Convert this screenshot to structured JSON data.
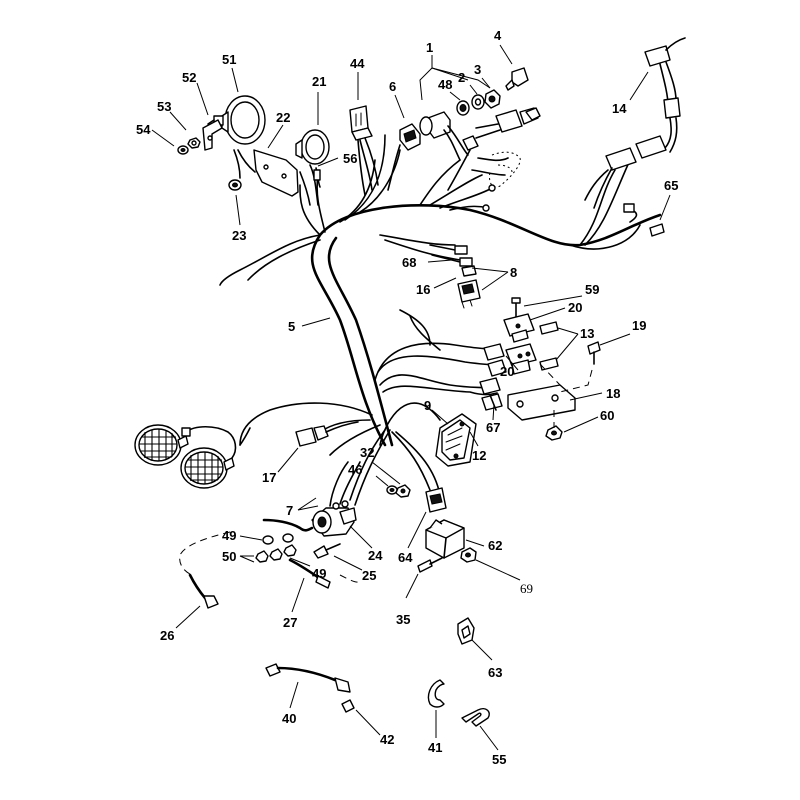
{
  "callouts": [
    {
      "id": "c1",
      "text": "1"
    },
    {
      "id": "c2",
      "text": "2"
    },
    {
      "id": "c3",
      "text": "3"
    },
    {
      "id": "c4",
      "text": "4"
    },
    {
      "id": "c5",
      "text": "5"
    },
    {
      "id": "c6",
      "text": "6"
    },
    {
      "id": "c7",
      "text": "7"
    },
    {
      "id": "c8",
      "text": "8"
    },
    {
      "id": "c9",
      "text": "9"
    },
    {
      "id": "c12",
      "text": "12"
    },
    {
      "id": "c13",
      "text": "13"
    },
    {
      "id": "c14",
      "text": "14"
    },
    {
      "id": "c16",
      "text": "16"
    },
    {
      "id": "c17",
      "text": "17"
    },
    {
      "id": "c18",
      "text": "18"
    },
    {
      "id": "c19",
      "text": "19"
    },
    {
      "id": "c20a",
      "text": "20"
    },
    {
      "id": "c20b",
      "text": "20"
    },
    {
      "id": "c21",
      "text": "21"
    },
    {
      "id": "c22",
      "text": "22"
    },
    {
      "id": "c23",
      "text": "23"
    },
    {
      "id": "c24",
      "text": "24"
    },
    {
      "id": "c25",
      "text": "25"
    },
    {
      "id": "c26",
      "text": "26"
    },
    {
      "id": "c27",
      "text": "27"
    },
    {
      "id": "c32",
      "text": "32"
    },
    {
      "id": "c35",
      "text": "35"
    },
    {
      "id": "c40",
      "text": "40"
    },
    {
      "id": "c41",
      "text": "41"
    },
    {
      "id": "c42",
      "text": "42"
    },
    {
      "id": "c44",
      "text": "44"
    },
    {
      "id": "c46",
      "text": "46"
    },
    {
      "id": "c48",
      "text": "48"
    },
    {
      "id": "c49a",
      "text": "49"
    },
    {
      "id": "c49b",
      "text": "49"
    },
    {
      "id": "c50",
      "text": "50"
    },
    {
      "id": "c51",
      "text": "51"
    },
    {
      "id": "c52",
      "text": "52"
    },
    {
      "id": "c53",
      "text": "53"
    },
    {
      "id": "c54",
      "text": "54"
    },
    {
      "id": "c55",
      "text": "55"
    },
    {
      "id": "c56",
      "text": "56"
    },
    {
      "id": "c59",
      "text": "59"
    },
    {
      "id": "c60",
      "text": "60"
    },
    {
      "id": "c62",
      "text": "62"
    },
    {
      "id": "c63",
      "text": "63"
    },
    {
      "id": "c64",
      "text": "64"
    },
    {
      "id": "c65",
      "text": "65"
    },
    {
      "id": "c67",
      "text": "67"
    },
    {
      "id": "c68",
      "text": "68"
    },
    {
      "id": "c69",
      "text": "69"
    }
  ]
}
